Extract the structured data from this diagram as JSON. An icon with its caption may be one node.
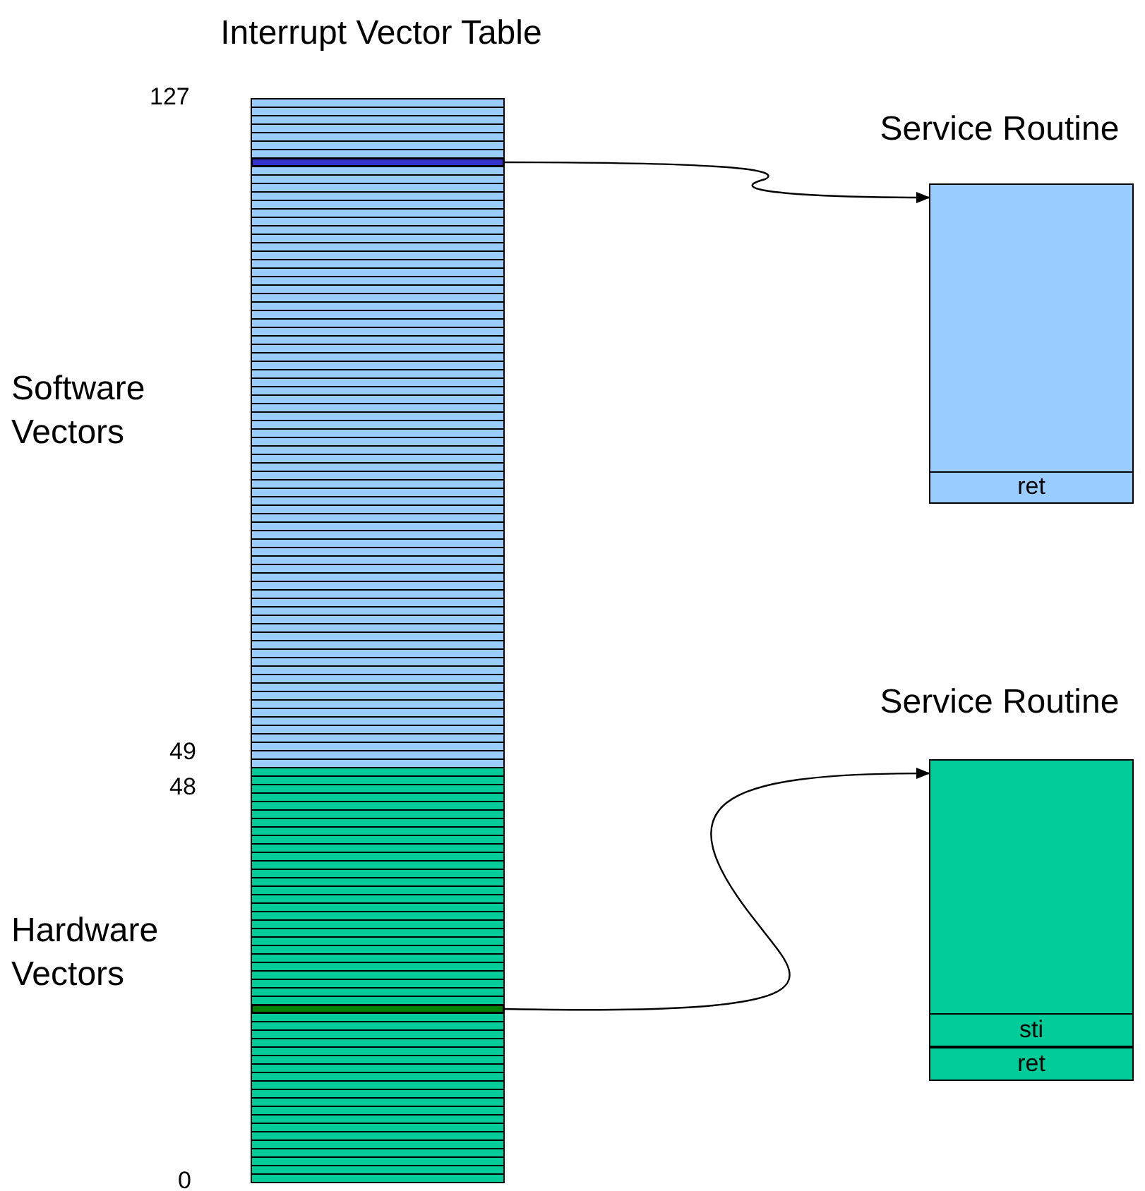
{
  "diagram": {
    "nodes": [
      {
        "text": [
          "Interrupt Vector Table"
        ]
      },
      {
        "text": [],
        "shape": "bar",
        "in": 0
      },
      {
        "text": [],
        "shape": "bar",
        "in": 0
      },
      {
        "text": [
          "Service Routine"
        ]
      },
      {
        "text": [
          "ret"
        ],
        "in": 3
      },
      {
        "text": [
          "Service Routine"
        ]
      },
      {
        "text": [
          "sti"
        ],
        "in": 5
      },
      {
        "text": [
          "ret"
        ],
        "in": 5
      }
    ],
    "edges": [
      {
        "from": 1,
        "to": 3,
        "arrow": "to"
      },
      {
        "from": 2,
        "to": 5,
        "arrow": "to"
      }
    ],
    "labels": [
      "127",
      "Software Vectors",
      "49",
      "48",
      "Hardware Vectors",
      "0"
    ]
  }
}
